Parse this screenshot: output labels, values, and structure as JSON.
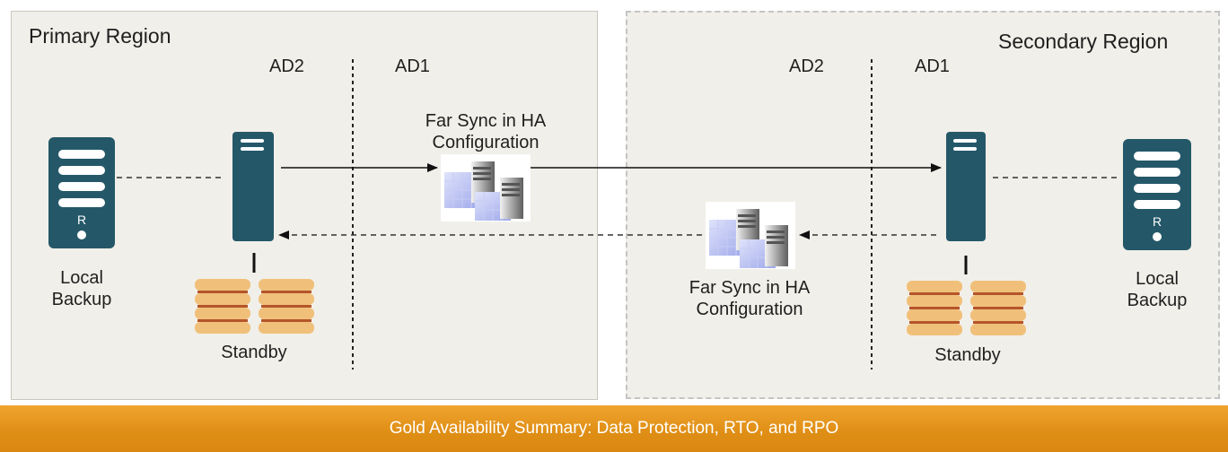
{
  "primary_region": {
    "title": "Primary Region",
    "ad2_label": "AD2",
    "ad1_label": "AD1",
    "far_sync_line1": "Far Sync in HA",
    "far_sync_line2": "Configuration",
    "local_backup_line1": "Local",
    "local_backup_line2": "Backup",
    "backup_badge": "R",
    "standby_label": "Standby"
  },
  "secondary_region": {
    "title": "Secondary Region",
    "ad2_label": "AD2",
    "ad1_label": "AD1",
    "far_sync_line1": "Far Sync in HA",
    "far_sync_line2": "Configuration",
    "local_backup_line1": "Local",
    "local_backup_line2": "Backup",
    "backup_badge": "R",
    "standby_label": "Standby"
  },
  "banner": {
    "text": "Gold Availability Summary: Data Protection, RTO, and RPO"
  },
  "colors": {
    "server": "#245868",
    "disk": "#f0c07a",
    "disk_stripe": "#b5552a",
    "region_fill": "#f1efe9",
    "banner": "#e39416"
  }
}
